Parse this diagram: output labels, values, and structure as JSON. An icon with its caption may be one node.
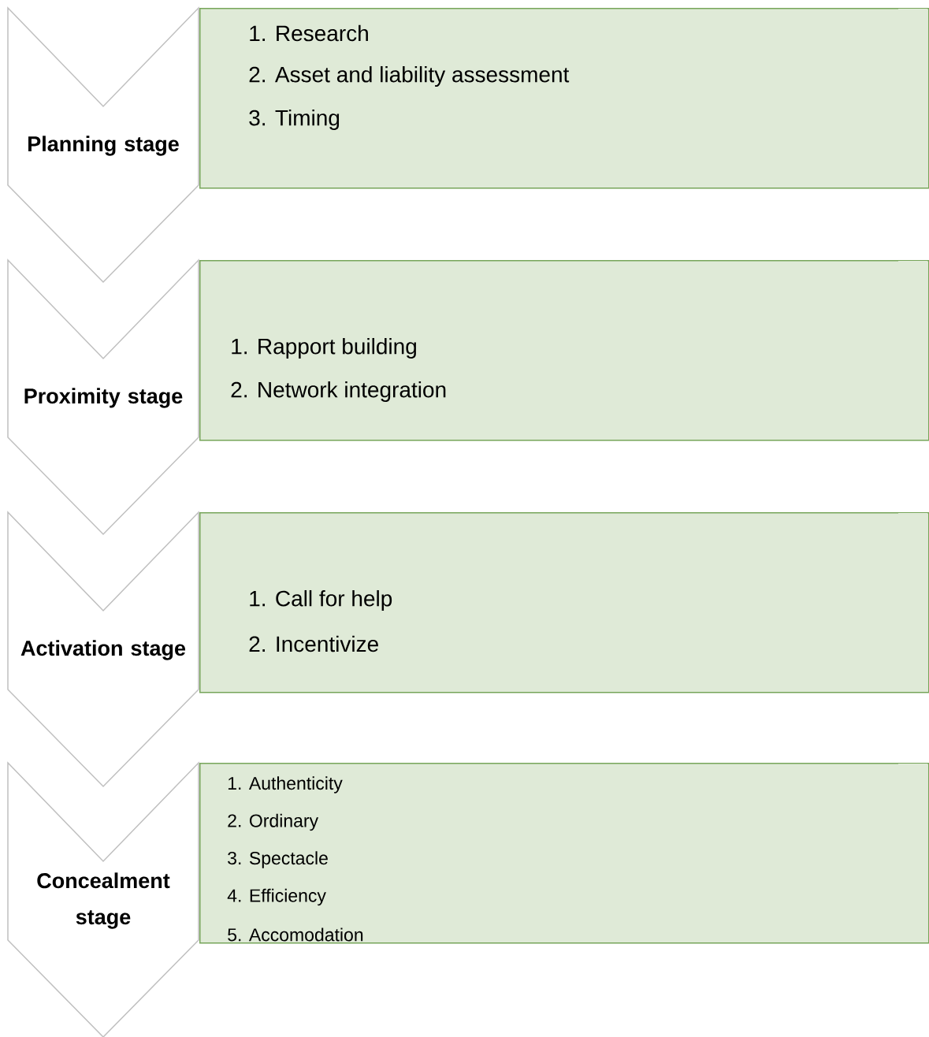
{
  "diagram": {
    "nodes": [
      {
        "text": [
          "Planning stage"
        ]
      },
      {
        "text": [
          "1. Research",
          "2. Asset and liability assessment",
          "3. Timing"
        ]
      },
      {
        "text": [
          "Proximity stage"
        ]
      },
      {
        "text": [
          "1. Rapport building",
          "2. Network integration"
        ]
      },
      {
        "text": [
          "Activation stage"
        ]
      },
      {
        "text": [
          "1. Call for help",
          "2. Incentivize"
        ]
      },
      {
        "text": [
          "Concealment stage"
        ]
      },
      {
        "text": [
          "1. Authenticity",
          "2. Ordinary",
          "3. Spectacle",
          "4. Efficiency",
          "5. Accomodation"
        ]
      }
    ]
  }
}
